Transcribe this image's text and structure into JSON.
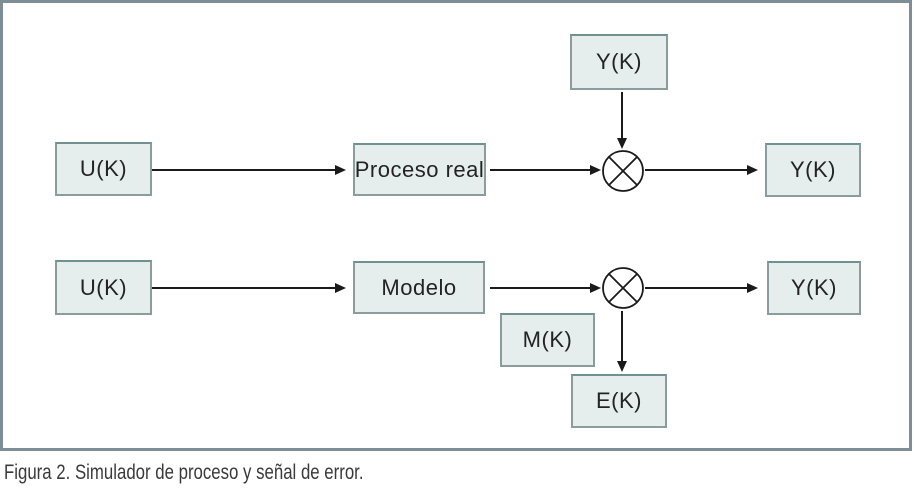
{
  "figure": {
    "caption": "Figura 2. Simulador de proceso y señal de error.",
    "colors": {
      "background": "#ffffff",
      "frame_border": "#7f8e96",
      "box_fill": "#e5eeec",
      "box_border": "#8a9c9c",
      "box_border_top": "#6f9191",
      "line": "#1a1a1a",
      "label_text": "#232323",
      "caption_text": "#3a3a3a"
    },
    "nodes": {
      "u_top": {
        "label": "U(K)"
      },
      "proceso_real": {
        "label": "Proceso real"
      },
      "y_top": {
        "label": "Y(K)"
      },
      "y_out_top": {
        "label": "Y(K)"
      },
      "u_bottom": {
        "label": "U(K)"
      },
      "modelo": {
        "label": "Modelo"
      },
      "m": {
        "label": "M(K)"
      },
      "e": {
        "label": "E(K)"
      },
      "y_out_bottom": {
        "label": "Y(K)"
      }
    },
    "junctions": [
      {
        "id": "junction-top",
        "symbol": "multiply"
      },
      {
        "id": "junction-bottom",
        "symbol": "multiply"
      }
    ]
  }
}
